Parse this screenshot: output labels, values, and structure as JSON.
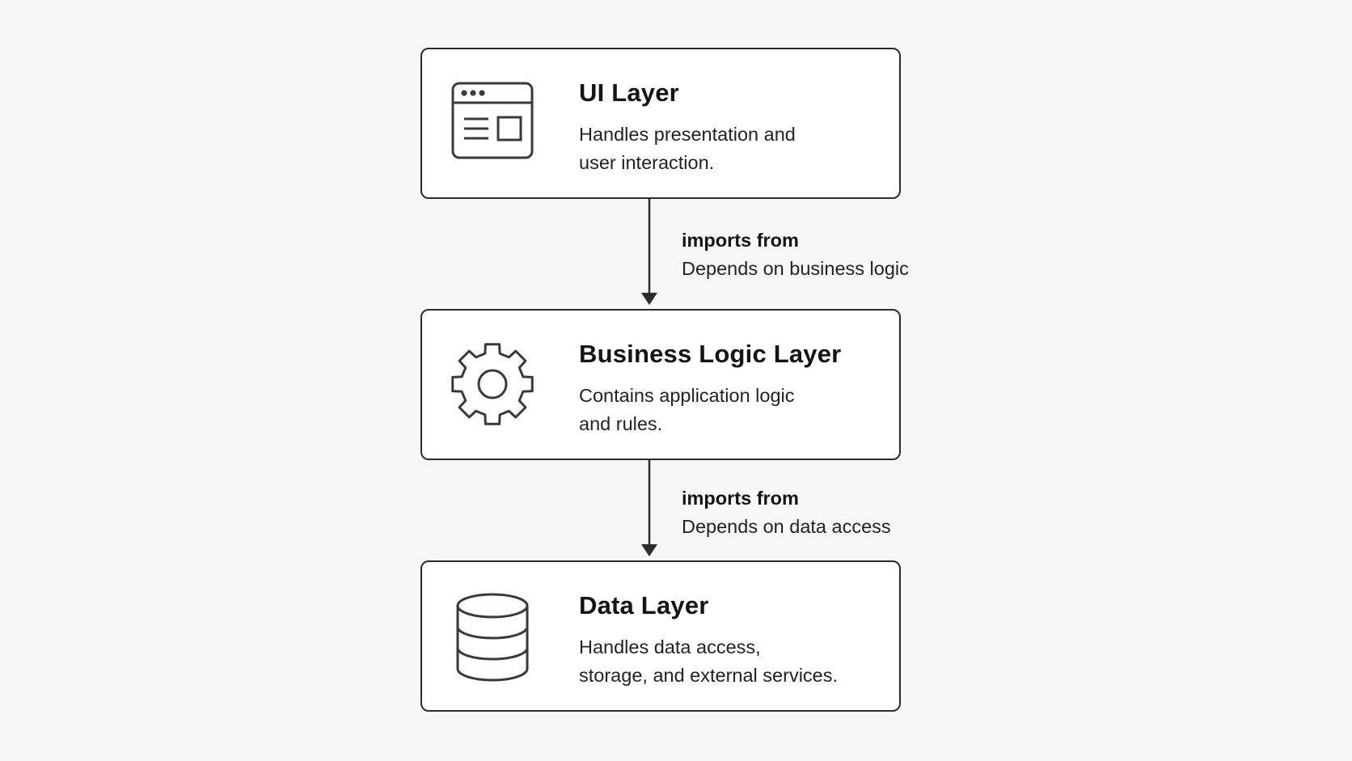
{
  "layers": [
    {
      "title": "UI Layer",
      "icon": "browser-window-icon",
      "description": [
        "Handles presentation and",
        "user interaction."
      ]
    },
    {
      "title": "Business Logic Layer",
      "icon": "gear-icon",
      "description": [
        "Contains application logic",
        "and rules."
      ]
    },
    {
      "title": "Data Layer",
      "icon": "database-icon",
      "description": [
        "Handles data access,",
        "storage, and external services."
      ]
    }
  ],
  "edges": [
    {
      "from": "UI Layer",
      "to": "Business Logic Layer",
      "label": "imports from",
      "description": "Depends on business logic"
    },
    {
      "from": "Business Logic Layer",
      "to": "Data Layer",
      "label": "imports from",
      "description": "Depends on data access"
    }
  ],
  "colors": {
    "background": "#f7f7f7",
    "box_fill": "#ffffff",
    "stroke": "#2b2b2b",
    "text": "#1c1c1c"
  }
}
